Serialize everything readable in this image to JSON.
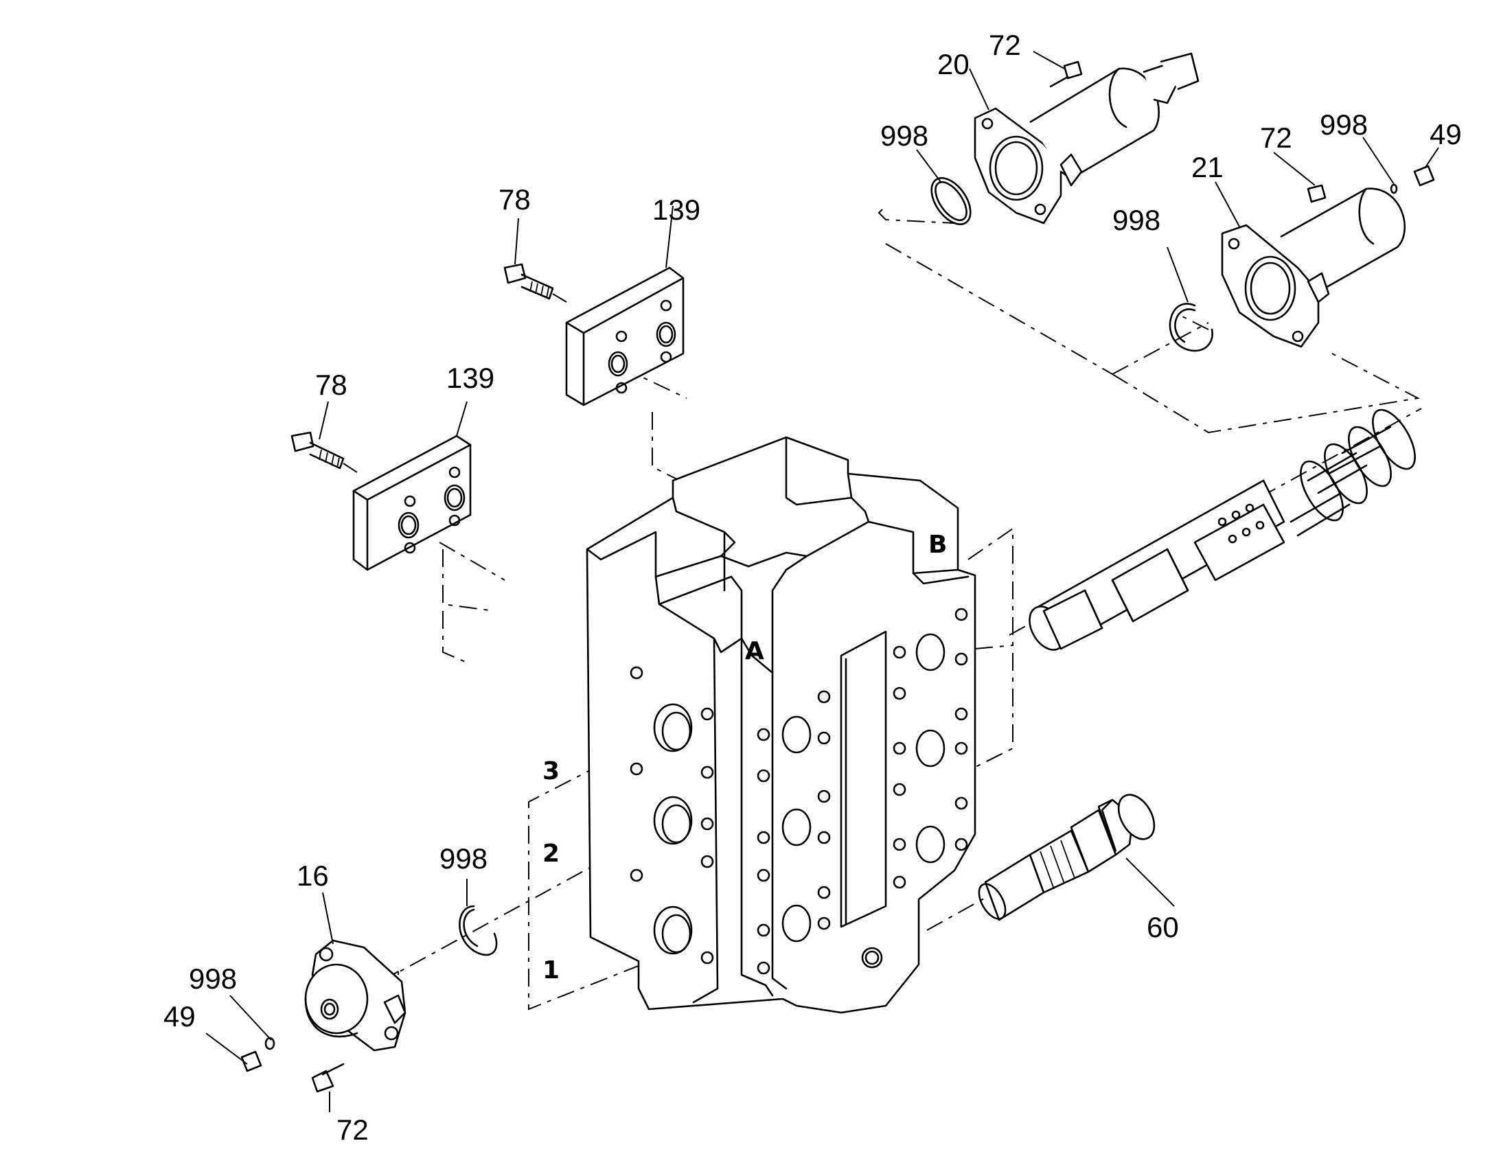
{
  "part_labels": {
    "l78_top": "78",
    "l139_top": "139",
    "l78_mid": "78",
    "l139_mid": "139",
    "l20": "20",
    "l72_a": "72",
    "l998_a": "998",
    "l72_b": "72",
    "l998_b": "998",
    "l49_a": "49",
    "l21": "21",
    "l998_c": "998",
    "l998_d": "998",
    "l16": "16",
    "l998_e": "998",
    "l49_b": "49",
    "l72_c": "72",
    "l60": "60"
  },
  "section_labels": {
    "A": "A",
    "B": "B",
    "p1": "1",
    "p2": "2",
    "p3": "3"
  }
}
